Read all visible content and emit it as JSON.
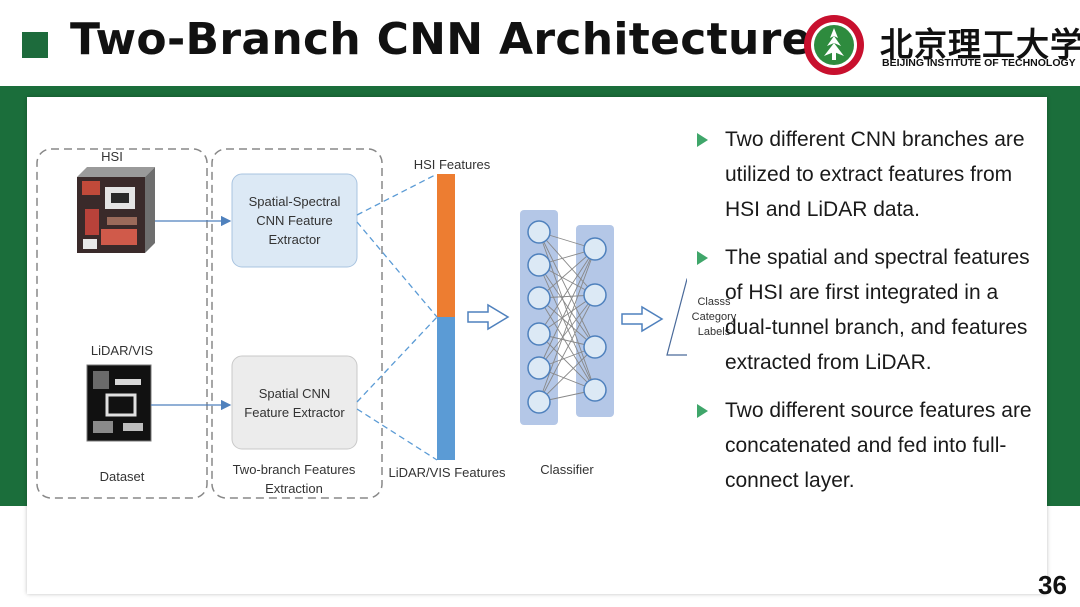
{
  "header": {
    "title": "Two-Branch CNN Architecture",
    "logo_cn": "北京理工大学",
    "logo_en": "BEIJING INSTITUTE OF TECHNOLOGY"
  },
  "diagram": {
    "hsi_label": "HSI",
    "lidar_label": "LiDAR/VIS",
    "dataset_label": "Dataset",
    "box1_label": "Spatial-Spectral CNN Feature Extractor",
    "box2_label": "Spatial CNN Feature Extractor",
    "extraction_label": "Two-branch Features Extraction",
    "hsi_features_label": "HSI Features",
    "lidar_features_label": "LiDAR/VIS Features",
    "classifier_label": "Classifier",
    "output_label": "Classs Category Labels",
    "colors": {
      "hsi_bar": "#ed7d31",
      "lidar_bar": "#5b9bd5",
      "box_fill": "#dce9f5",
      "box2_fill": "#ececec",
      "neuron_col": "#b4c7e7",
      "arrow": "#4f81bd"
    }
  },
  "bullets": [
    "Two different CNN branches are utilized to extract features from HSI and LiDAR data.",
    "The spatial and spectral features of HSI are first integrated in a dual-tunnel branch, and features extracted from LiDAR.",
    "Two different source features are concatenated and fed into full-connect layer."
  ],
  "theme": {
    "green": "#1b6e3b",
    "bullet_color": "#3fa66a"
  },
  "page_number": "36"
}
